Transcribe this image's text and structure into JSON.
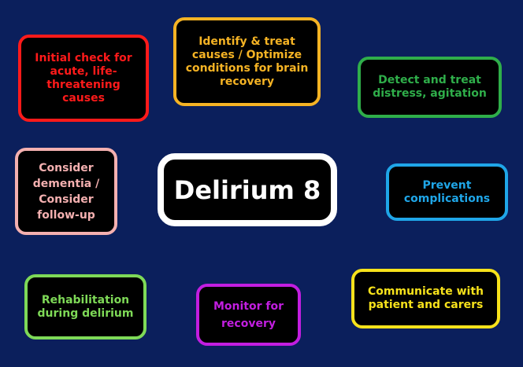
{
  "diagram": {
    "center": {
      "text": "Delirium 8",
      "color": "#ffffff"
    },
    "nodes": [
      {
        "id": "b-red",
        "name": "initial-check-box",
        "text": "Initial check for acute, life-threatening causes",
        "color": "#ff1a1a"
      },
      {
        "id": "b-orange",
        "name": "identify-treat-box",
        "text": "Identify & treat causes / Optimize conditions for brain recovery",
        "color": "#f5b324"
      },
      {
        "id": "b-green",
        "name": "detect-distress-box",
        "text": "Detect and treat distress, agitation",
        "color": "#2fae4a"
      },
      {
        "id": "b-pink",
        "name": "consider-dementia-box",
        "text": "Consider dementia / Consider follow-up",
        "color": "#f4b0b0"
      },
      {
        "id": "b-blue",
        "name": "prevent-complications-box",
        "text": "Prevent complications",
        "color": "#1fa6e8"
      },
      {
        "id": "b-lime",
        "name": "rehabilitation-box",
        "text": "Rehabilitation during delirium",
        "color": "#7ed957"
      },
      {
        "id": "b-purple",
        "name": "monitor-recovery-box",
        "text": "Monitor for recovery",
        "color": "#c21ee0"
      },
      {
        "id": "b-yellow",
        "name": "communicate-box",
        "text": "Communicate with patient and carers",
        "color": "#f7e21b"
      }
    ]
  }
}
